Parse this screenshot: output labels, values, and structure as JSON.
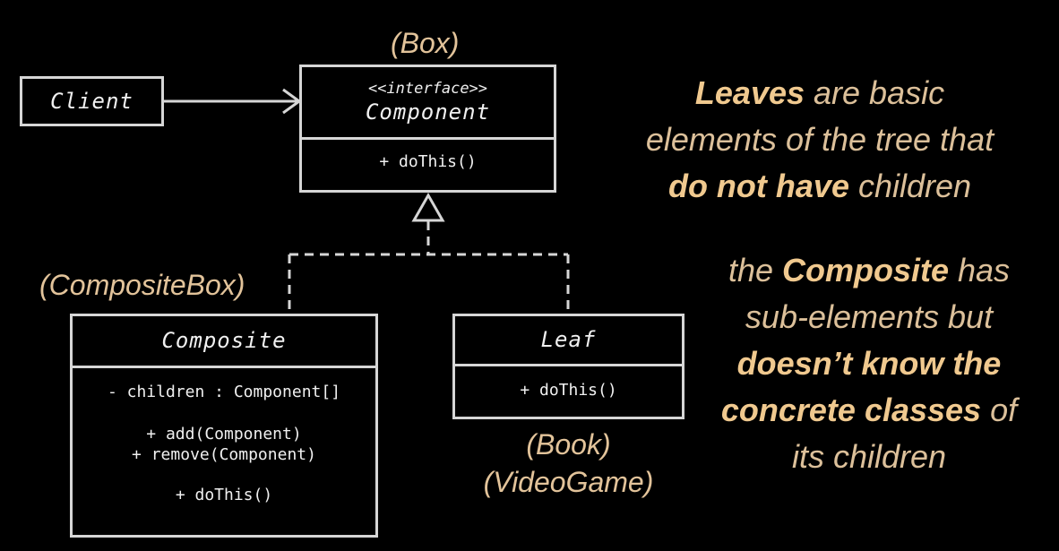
{
  "labels": {
    "box": "(Box)",
    "composite_box": "(CompositeBox)",
    "book": "(Book)",
    "video_game": "(VideoGame)"
  },
  "client": {
    "name": "Client"
  },
  "component": {
    "stereotype": "<<interface>>",
    "name": "Component",
    "method": "+ doThis()"
  },
  "composite": {
    "name": "Composite",
    "field": "- children : Component[]",
    "method_add": "+ add(Component)",
    "method_remove": "+ remove(Component)",
    "method_do": "+ doThis()"
  },
  "leaf": {
    "name": "Leaf",
    "method": "+ doThis()"
  },
  "notes": {
    "leaves": {
      "l1_bold": "Leaves",
      "l1_rest": " are basic",
      "l2": "elements of the tree that",
      "l3_bold": "do not have",
      "l3_rest": " children"
    },
    "composite": {
      "l1_a": "the ",
      "l1_bold": "Composite",
      "l1_b": " has",
      "l2": "sub-elements but",
      "l3_bold": "doesn’t know the",
      "l4_bold": "concrete classes",
      "l4_rest": " of",
      "l5": "its children"
    }
  },
  "colors": {
    "accent": "#e2c39a",
    "stroke": "#d6d6d6",
    "background": "#000000"
  }
}
